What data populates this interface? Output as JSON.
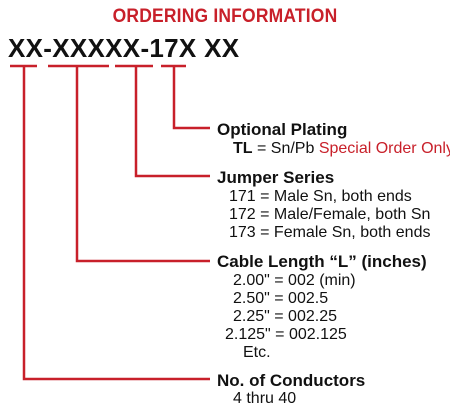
{
  "title": "ORDERING INFORMATION",
  "part_number": "XX-XXXXX-17X XX",
  "colors": {
    "accent": "#c8202a",
    "text": "#111111"
  },
  "sections": [
    {
      "heading": "Optional Plating",
      "lines": [
        {
          "prefix": "TL",
          "text": " = Sn/Pb ",
          "note": "Special Order Only"
        }
      ]
    },
    {
      "heading": "Jumper Series",
      "lines": [
        "171 = Male Sn, both ends",
        "172 = Male/Female, both Sn",
        "173 = Female Sn, both ends"
      ]
    },
    {
      "heading": "Cable Length “L” (inches)",
      "lines": [
        "2.00\"  =  002 (min)",
        "2.50\"  =  002.5",
        "2.25\"  =  002.25",
        "2.125\"  =  002.125",
        "Etc."
      ]
    },
    {
      "heading": "No. of Conductors",
      "lines": [
        "4 thru 40"
      ]
    }
  ]
}
